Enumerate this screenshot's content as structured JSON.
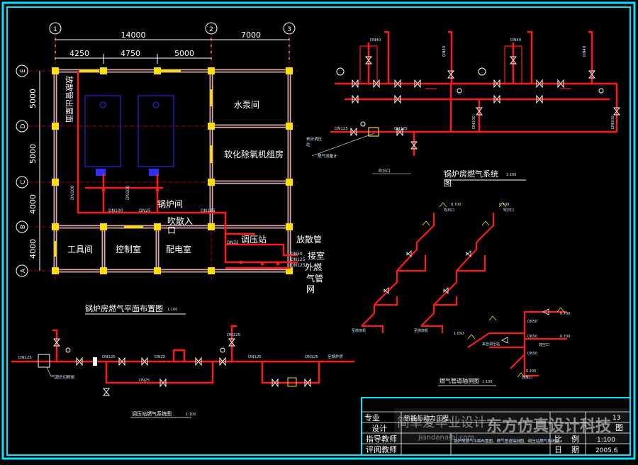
{
  "colors": {
    "background": "#000000",
    "frame": "#00e5ff",
    "pipe": "#ff1a1a",
    "wall": "#d9a8a8",
    "column": "#ffe000",
    "grid": "#a00000",
    "text": "#ffffff",
    "label_small": "#cfe8ff",
    "equipment": "#2f2fff"
  },
  "plan": {
    "axis_numbers": [
      "1",
      "2",
      "3"
    ],
    "axis_letters": [
      "E",
      "D",
      "C",
      "B",
      "A"
    ],
    "dims_top": [
      "14000",
      "7000"
    ],
    "dims_sub": [
      "4250",
      "4750",
      "5000"
    ],
    "dims_left": [
      "5000",
      "5000",
      "4000",
      "4000"
    ],
    "rooms": {
      "pump": "水泵间",
      "softener": "软化除氧机组房",
      "boiler": "锅炉间",
      "tool": "工具间",
      "control": "控制室",
      "power": "配电室",
      "pressure_station": "调压站",
      "vent_pipe": "放散管",
      "purge_inlet_1": "吹散入",
      "purge_inlet_2": "口",
      "outdoor_1": "接室",
      "outdoor_2": "外燃",
      "outdoor_3": "气管",
      "outdoor_4": "网",
      "vertical_label": "放散管出屋面"
    },
    "pipe_labels": [
      "DN100",
      "DN100",
      "DN100",
      "DN25",
      "DN125",
      "DN32",
      "DN50",
      "DN125",
      "DN125"
    ],
    "caption": "锅炉房燃气平面布置图",
    "caption_scale": "1:100"
  },
  "system": {
    "caption": "锅炉房燃气系统",
    "caption_line2": "图",
    "caption_scale": "1:100",
    "labels": [
      "DN40",
      "DN40",
      "DN40",
      "DN40",
      "DN125",
      "DN125",
      "DN100",
      "DN100"
    ],
    "notes": [
      "来自调压",
      "站",
      "燃气流量计",
      "吹扫口"
    ]
  },
  "iso": {
    "caption": "燃气管道轴测图",
    "caption_scale": "1:100",
    "labels": [
      "DN50",
      "DN50",
      "DN50",
      "0.700",
      "0.700",
      "0.700",
      "0.700",
      "1.050",
      "0.200",
      "吹扫口",
      "吹扫口",
      "至燃烧机",
      "至燃烧机",
      "来自调压站",
      "放空口",
      "放散口"
    ]
  },
  "regulator": {
    "caption": "调压站燃气系统图",
    "caption_scale": "1:100",
    "labels": [
      "DN125",
      "DN125",
      "DN25",
      "DN25",
      "DN125",
      "DN125",
      "DN125"
    ],
    "notes": [
      "气源总切断阀",
      "至锅炉房"
    ]
  },
  "title_block": {
    "row1_left": "专业",
    "row1_mid": "热能与动力工程",
    "row1_right_code": "13",
    "row2_left": "设计",
    "row2_right": "图",
    "row3_left": "指导教师",
    "row3_mid": "比",
    "row3_mid2": "例",
    "row3_right": "1:100",
    "row4_left": "评阅教师",
    "row4_mid": "日",
    "row4_mid2": "期",
    "row4_right": "2005.6",
    "drawing_names": "锅炉房燃气平面布置图、燃气管道轴测图、调压站燃气系统图"
  },
  "watermark": {
    "line1": "简单爱毕业设计",
    "line2": "jiandanaibi.com",
    "brand": "东方仿真设计科技"
  }
}
